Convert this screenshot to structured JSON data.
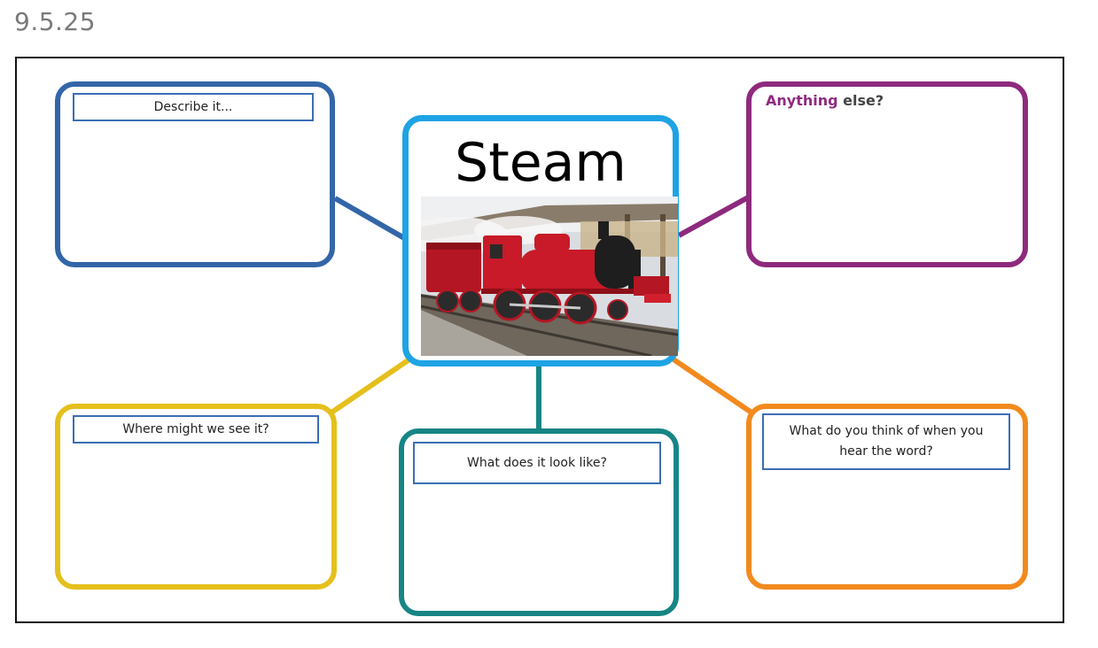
{
  "date": "9.5.25",
  "center": {
    "title": "Steam",
    "image_alt": "red steam locomotive at station platform"
  },
  "bubbles": {
    "describe": {
      "label": "Describe it..."
    },
    "anything": {
      "label_strong": "Anything",
      "label_rest": " else?"
    },
    "where": {
      "label": "Where might we see it?"
    },
    "look": {
      "label": "What does it look like?"
    },
    "think": {
      "label": "What do you think of when you hear the word?"
    }
  },
  "colors": {
    "describe": "#3366a8",
    "anything": "#8e2a7e",
    "where": "#e5c01c",
    "look": "#178585",
    "think": "#f28a1e",
    "center": "#1ea3e4"
  }
}
